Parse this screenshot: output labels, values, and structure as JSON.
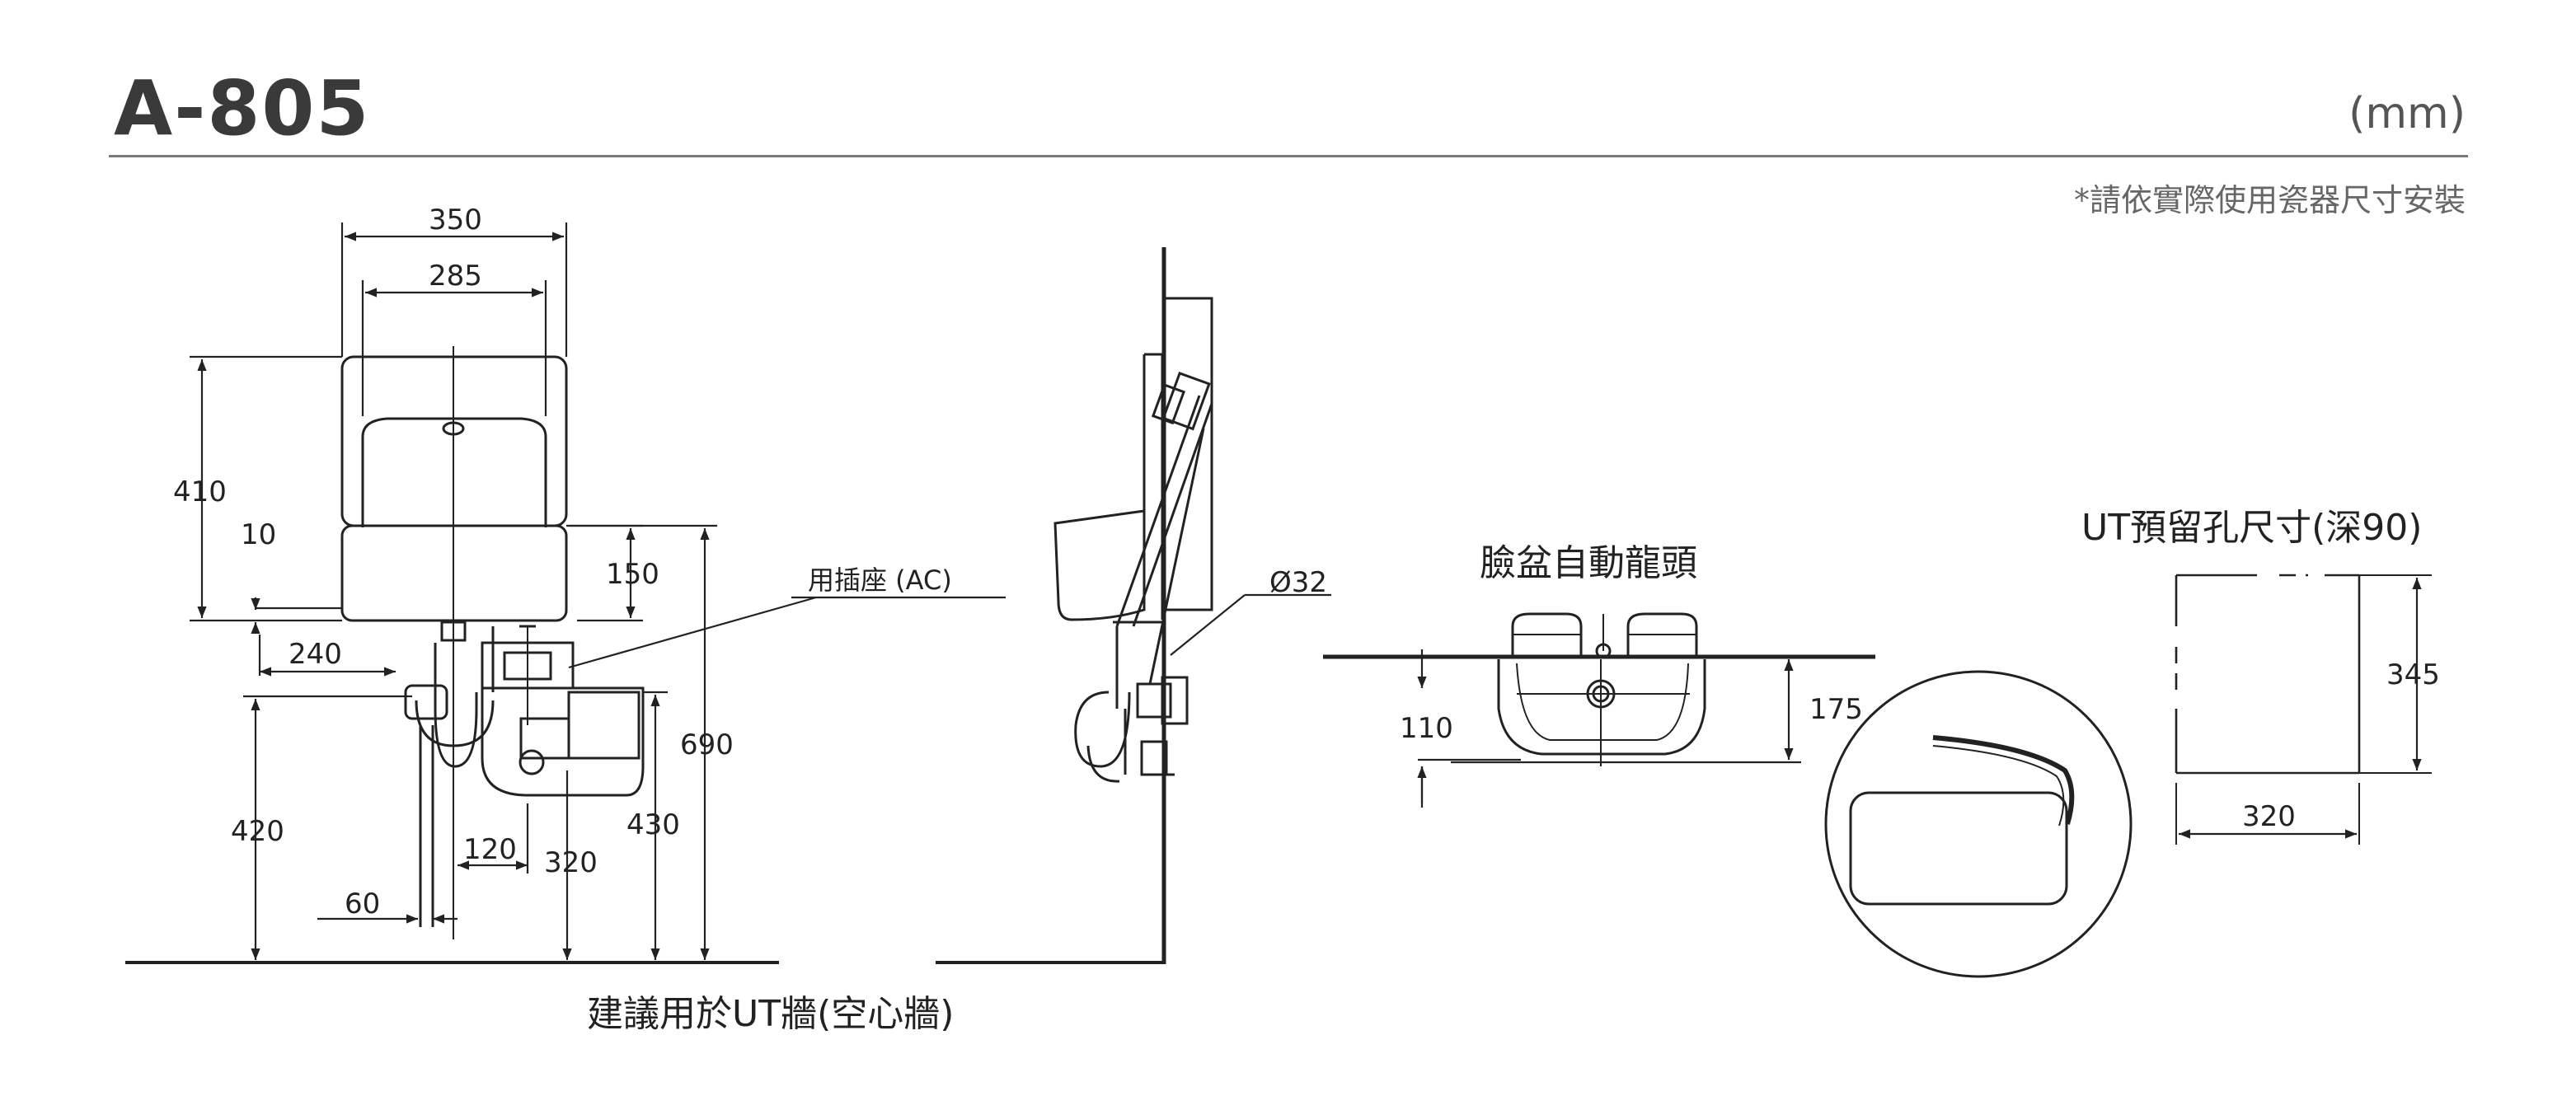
{
  "header": {
    "model": "A-805",
    "unit": "(mm)",
    "note": "*請依實際使用瓷器尺寸安裝"
  },
  "front_view": {
    "dims": {
      "width_outer": "350",
      "width_inner": "285",
      "height_total": "410",
      "small_10": "10",
      "offset_240": "240",
      "depth_150": "150",
      "height_690": "690",
      "height_430": "430",
      "height_420": "420",
      "offset_120": "120",
      "offset_320": "320",
      "offset_60": "60"
    },
    "label_socket": "用插座 (AC)",
    "caption": "建議用於UT牆(空心牆)"
  },
  "side_view": {
    "dim_pipe": "Ø32"
  },
  "basin_view": {
    "title": "臉盆自動龍頭",
    "dim_110": "110",
    "dim_175": "175"
  },
  "ut_hole": {
    "title": "UT預留孔尺寸(深90)",
    "dim_height": "345",
    "dim_width": "320"
  }
}
